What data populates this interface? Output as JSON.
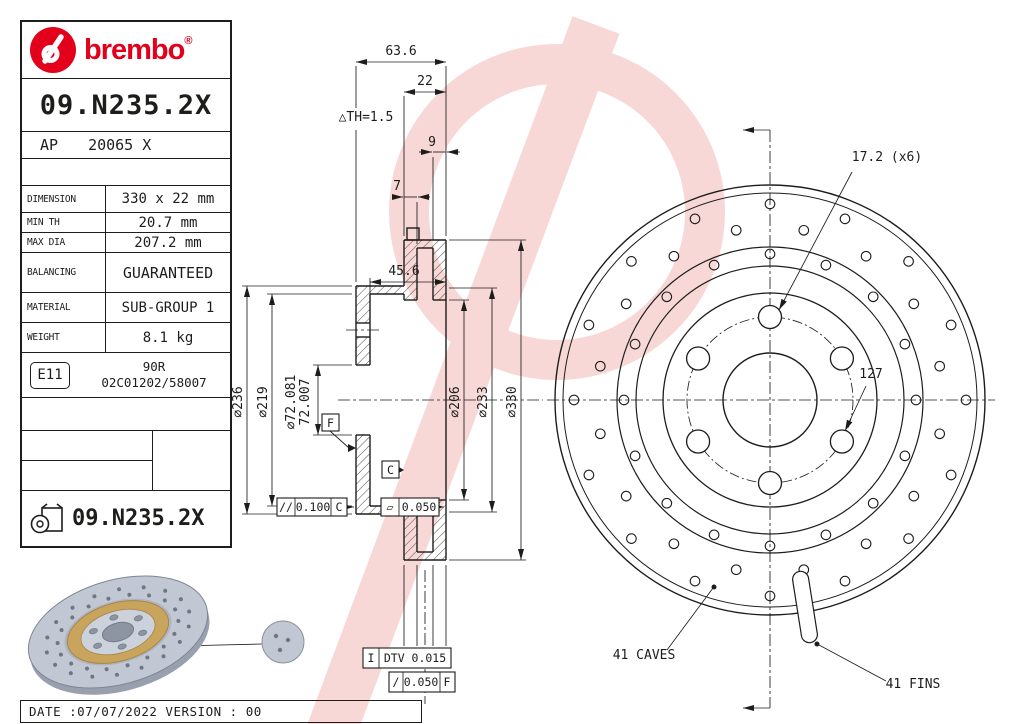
{
  "colors": {
    "accent": "#e2001a",
    "ink": "#1d1d1b",
    "watermark": "#f8d8d6",
    "steel": "#c2c8d3",
    "gold": "#c9a45c"
  },
  "brand": {
    "wordmark": "brembo",
    "reg": "®"
  },
  "title_block": {
    "part_number": "09.N235.2X",
    "ap_label": "AP",
    "ap_value": "20065 X",
    "specs": [
      {
        "label": "DIMENSION",
        "value": "330 x 22 mm"
      },
      {
        "label": "MIN TH",
        "value": "20.7 mm"
      },
      {
        "label": "MAX DIA",
        "value": "207.2 mm"
      },
      {
        "label": "BALANCING",
        "value": "GUARANTEED"
      },
      {
        "label": "MATERIAL",
        "value": "SUB-GROUP 1"
      },
      {
        "label": "WEIGHT",
        "value": "8.1 kg"
      }
    ],
    "e11_badge": "E11",
    "e11_line1": "90R",
    "e11_line2": "02C01202/58007",
    "boxed_part_number": "09.N235.2X"
  },
  "footer": {
    "text": "DATE :07/07/2022 VERSION : 00"
  },
  "section_view": {
    "dim_total_width": "63.6",
    "dim_thickness": "22",
    "min_th": "△TH=1.5",
    "dim_9": "9",
    "dim_7": "7",
    "dim_hat_depth": "45.6",
    "dia_236": "⌀236",
    "dia_219": "⌀219",
    "dia_72_max": "⌀72.081",
    "dia_72_min": "72.007",
    "dia_206": "⌀206",
    "dia_233": "⌀233",
    "dia_330": "⌀330",
    "datum_f": "F",
    "datum_c": "C",
    "tol_parallelism_sym": "//",
    "tol_parallelism_val": "0.100",
    "tol_parallelism_ref": "C",
    "tol_flatness_sym": "▱",
    "tol_flatness_val": "0.050",
    "tol_dtv_sym": "I",
    "tol_dtv_val": "DTV 0.015",
    "tol_runout_sym": "/",
    "tol_runout_val": "0.050",
    "tol_runout_ref": "F"
  },
  "front_view": {
    "dim_holes": "17.2 (x6)",
    "dim_pcd": "127",
    "label_caves": "41 CAVES",
    "label_fins": "41 FINS"
  }
}
